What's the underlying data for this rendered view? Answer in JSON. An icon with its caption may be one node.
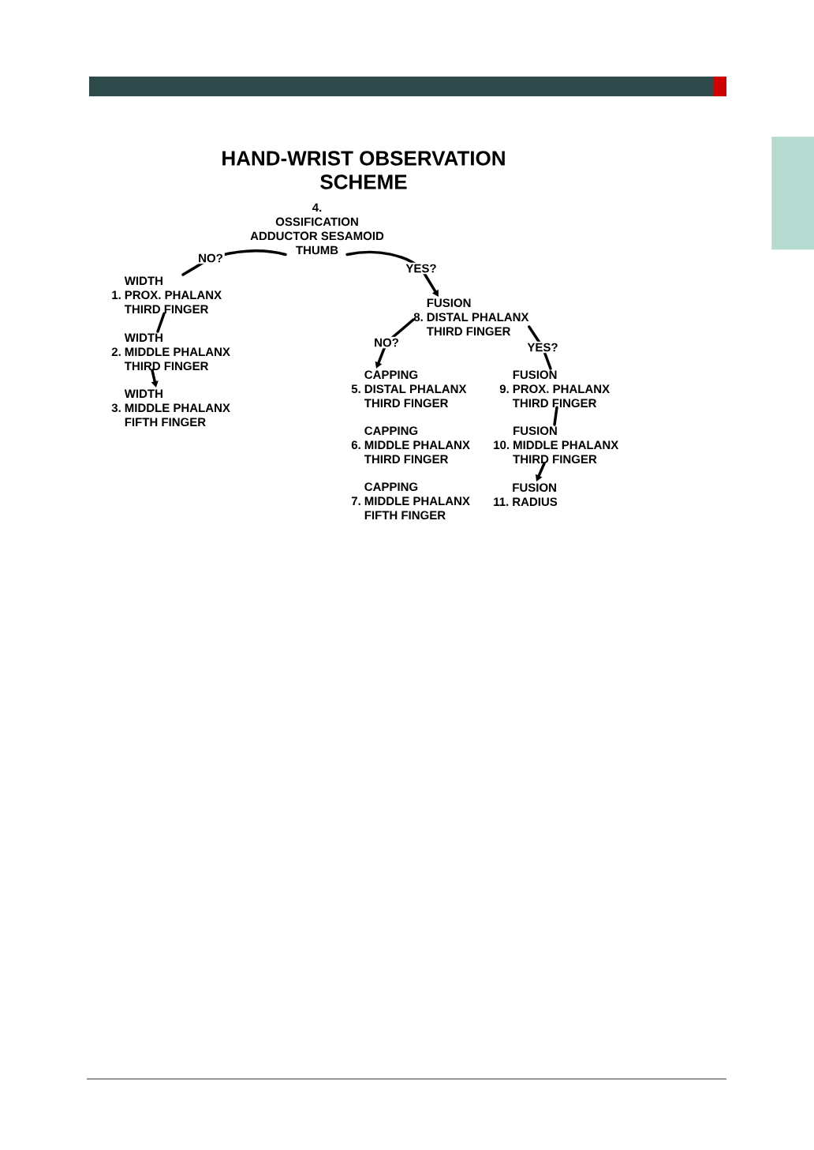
{
  "diagram": {
    "title": "HAND-WRIST OBSERVATION SCHEME",
    "nodes": [
      {
        "text": [
          "4.",
          "OSSIFICATION",
          "ADDUCTOR SESAMOID THUMB"
        ]
      },
      {
        "text": [
          "WIDTH",
          "1.",
          "PROX. PHALANX THIRD FINGER"
        ]
      },
      {
        "text": [
          "WIDTH",
          "2.",
          "MIDDLE PHALANX THIRD FINGER"
        ]
      },
      {
        "text": [
          "WIDTH",
          "3.",
          "MIDDLE PHALANX FIFTH FINGER"
        ]
      },
      {
        "text": [
          "FUSION",
          "8.",
          "DISTAL PHALANX THIRD FINGER"
        ]
      },
      {
        "text": [
          "CAPPING",
          "5.",
          "DISTAL PHALANX THIRD FINGER"
        ]
      },
      {
        "text": [
          "FUSION",
          "9.",
          "PROX. PHALANX THIRD FINGER"
        ]
      },
      {
        "text": [
          "CAPPING",
          "6.",
          "MIDDLE PHALANX THIRD FINGER"
        ]
      },
      {
        "text": [
          "FUSION",
          "10.",
          "MIDDLE PHALANX THIRD FINGER"
        ]
      },
      {
        "text": [
          "CAPPING",
          "7.",
          "MIDDLE PHALANX FIFTH FINGER"
        ]
      },
      {
        "text": [
          "FUSION",
          "11.",
          "RADIUS"
        ]
      },
      {
        "text": [],
        "shape": "box"
      }
    ],
    "edges": [
      {
        "from": 0,
        "to": 1,
        "arrow": "none",
        "label": "NO?"
      },
      {
        "from": 0,
        "to": 4,
        "arrow": "to",
        "label": "YES?"
      },
      {
        "from": 1,
        "to": 2,
        "arrow": "none"
      },
      {
        "from": 2,
        "to": 3,
        "arrow": "to"
      },
      {
        "from": 4,
        "to": 5,
        "arrow": "to",
        "label": "NO?"
      },
      {
        "from": 4,
        "to": 6,
        "arrow": "none",
        "label": "YES?"
      },
      {
        "from": 6,
        "to": 8,
        "arrow": "none"
      },
      {
        "from": 8,
        "to": 10,
        "arrow": "to"
      }
    ]
  }
}
